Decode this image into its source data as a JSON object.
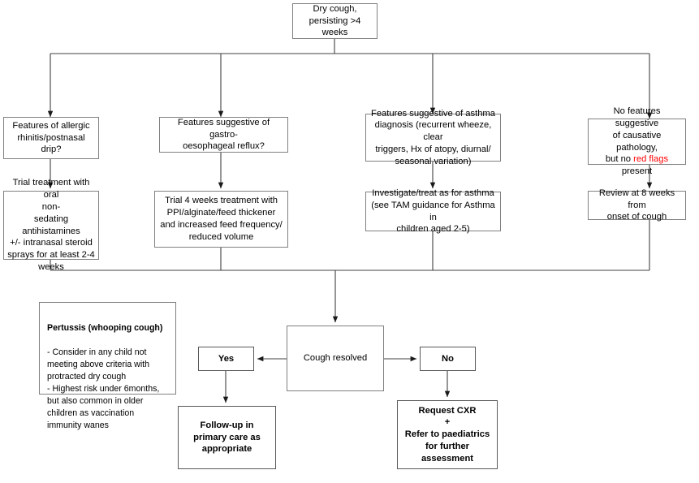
{
  "title": "Dry cough pathway flowchart",
  "colors": {
    "line": "#404040",
    "box_border": "#808080",
    "box_border_bold": "#595959",
    "text": "#000000",
    "red_flag": "#ff0000",
    "background": "#ffffff"
  },
  "nodes": {
    "start": {
      "label": "Dry cough,\npersisting >4\nweeks"
    },
    "branch_rhinitis": {
      "label": "Features of allergic\nrhinitis/postnasal drip?"
    },
    "branch_reflux": {
      "label": "Features suggestive of gastro-\noesophageal reflux?"
    },
    "branch_asthma": {
      "label": "Features suggestive of asthma\ndiagnosis (recurrent wheeze, clear\ntriggers, Hx of atopy, diurnal/\nseasonal variation)"
    },
    "branch_none": {
      "label_part1": "No features suggestive\nof causative pathology,\nbut no ",
      "red_text": "red flags",
      "label_part2": " present"
    },
    "treat_rhinitis": {
      "label": "Trial treatment with oral\nnon-\nsedating  antihistamines\n+/- intranasal steroid\nsprays for at least 2-4\nweeks"
    },
    "treat_reflux": {
      "label": "Trial 4 weeks treatment with\nPPI/alginate/feed thickener\nand increased feed frequency/\nreduced volume"
    },
    "treat_asthma": {
      "label": "Investigate/treat as for asthma\n(see TAM guidance for Asthma in\nchildren aged 2-5)"
    },
    "review": {
      "label": "Review at 8 weeks from\nonset of cough"
    },
    "pertussis_note": {
      "title": "Pertussis (whooping cough)",
      "body": "- Consider in any child not\nmeeting above criteria with\nprotracted dry cough\n- Highest risk under 6months,\nbut also common in older\nchildren as vaccination\nimmunity wanes"
    },
    "cough_resolved": {
      "label": "Cough resolved"
    },
    "yes": {
      "label": "Yes"
    },
    "no": {
      "label": "No"
    },
    "followup": {
      "label": "Follow-up in\nprimary care as\nappropriate"
    },
    "request_cxr": {
      "label": "Request CXR\n+\nRefer to paediatrics\nfor further\nassessment"
    }
  }
}
